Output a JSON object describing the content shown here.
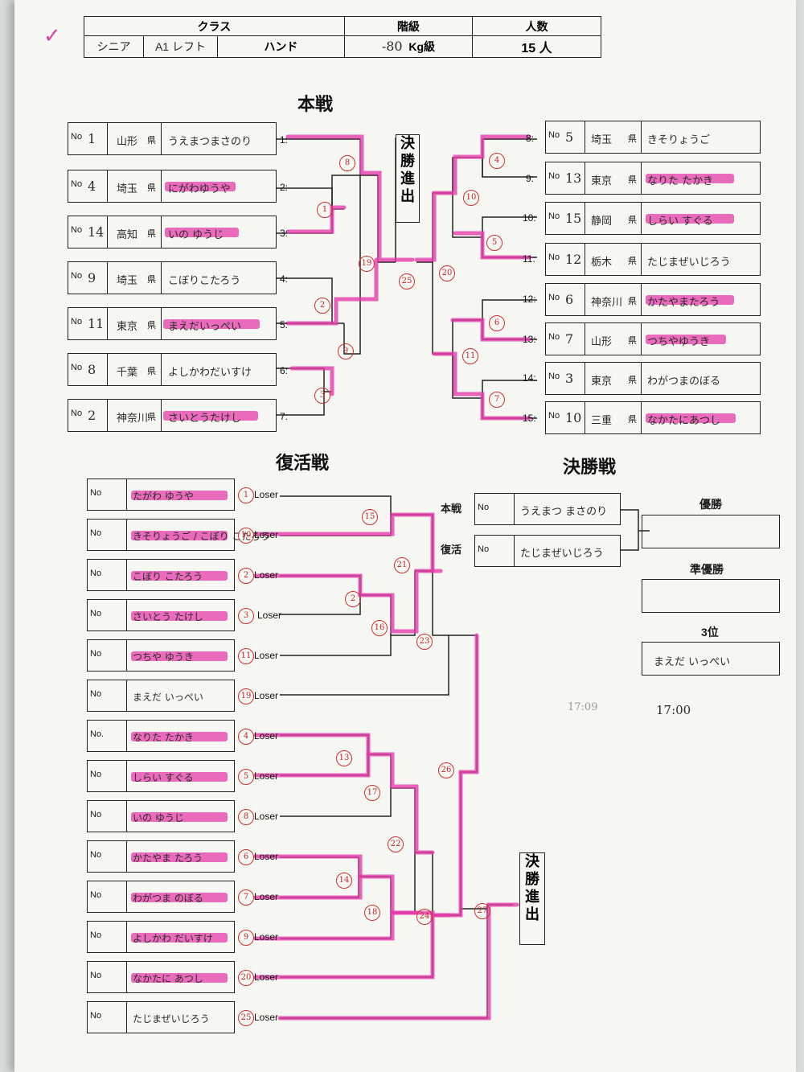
{
  "header": {
    "col_class": "クラス",
    "col_rank": "階級",
    "col_count": "人数",
    "class_division": "シニア",
    "class_arm": "A1 レフト",
    "class_type": "ハンド",
    "rank_value": "-80",
    "rank_unit": "Kg級",
    "count": "15 人",
    "check_mark": "✓"
  },
  "sections": {
    "main": "本戦",
    "repechage": "復活戦",
    "final": "決勝戦",
    "advance": "決勝進出"
  },
  "main_left": [
    {
      "slot": "1:",
      "no": "1",
      "pref": "山形",
      "suffix": "県",
      "name": "うえまつまさのり"
    },
    {
      "slot": "2:",
      "no": "4",
      "pref": "埼玉",
      "suffix": "県",
      "name": "にがわゆうや"
    },
    {
      "slot": "3:",
      "no": "14",
      "pref": "高知",
      "suffix": "県",
      "name": "いの ゆうじ"
    },
    {
      "slot": "4:",
      "no": "9",
      "pref": "埼玉",
      "suffix": "県",
      "name": "こぼりこたろう"
    },
    {
      "slot": "5:",
      "no": "11",
      "pref": "東京",
      "suffix": "県",
      "name": "まえだいっぺい"
    },
    {
      "slot": "6:",
      "no": "8",
      "pref": "千葉",
      "suffix": "県",
      "name": "よしかわだいすけ"
    },
    {
      "slot": "7:",
      "no": "2",
      "pref": "神奈川",
      "suffix": "県",
      "name": "さいとうたけし"
    }
  ],
  "main_right": [
    {
      "slot": "8:",
      "no": "5",
      "pref": "埼玉",
      "suffix": "県",
      "name": "きそりょうご"
    },
    {
      "slot": "9:",
      "no": "13",
      "pref": "東京",
      "suffix": "県",
      "name": "なりた たかき"
    },
    {
      "slot": "10:",
      "no": "15",
      "pref": "静岡",
      "suffix": "県",
      "name": "しらい すぐる"
    },
    {
      "slot": "11:",
      "no": "12",
      "pref": "栃木",
      "suffix": "県",
      "name": "たじまぜいじろう"
    },
    {
      "slot": "12:",
      "no": "6",
      "pref": "神奈川",
      "suffix": "県",
      "name": "かたやまたろう"
    },
    {
      "slot": "13:",
      "no": "7",
      "pref": "山形",
      "suffix": "県",
      "name": "つちやゆうき"
    },
    {
      "slot": "14:",
      "no": "3",
      "pref": "東京",
      "suffix": "県",
      "name": "わがつまのぼる"
    },
    {
      "slot": "15:",
      "no": "10",
      "pref": "三重",
      "suffix": "県",
      "name": "なかたにあつし"
    }
  ],
  "main_circles": [
    "8",
    "1",
    "19",
    "25",
    "2",
    "9",
    "3",
    "4",
    "10",
    "5",
    "20",
    "6",
    "11",
    "7"
  ],
  "repechage": [
    {
      "no": "No",
      "name": "たがわ ゆうや",
      "from": "1",
      "loser": "Loser"
    },
    {
      "no": "No",
      "name": "きそりょうご / こぼり こたろう",
      "from": "10",
      "loser": "Loser"
    },
    {
      "no": "No",
      "name": "こぼり こたろう",
      "from": "2",
      "loser": "Loser"
    },
    {
      "no": "No",
      "name": "さいとう たけし",
      "from": "3",
      "loser": "Loser"
    },
    {
      "no": "No",
      "name": "つちや ゆうき",
      "from": "11",
      "loser": "Loser"
    },
    {
      "no": "No",
      "name": "まえだ いっぺい",
      "from": "19",
      "loser": "Loser"
    },
    {
      "no": "No.",
      "name": "なりた たかき",
      "from": "4",
      "loser": "Loser"
    },
    {
      "no": "No",
      "name": "しらい すぐる",
      "from": "5",
      "loser": "Loser"
    },
    {
      "no": "No",
      "name": "いの ゆうじ",
      "from": "8",
      "loser": "Loser"
    },
    {
      "no": "No",
      "name": "かたやま たろう",
      "from": "6",
      "loser": "Loser"
    },
    {
      "no": "No",
      "name": "わがつま のぼる",
      "from": "7",
      "loser": "Loser"
    },
    {
      "no": "No",
      "name": "よしかわ だいすけ",
      "from": "9",
      "loser": "Loser"
    },
    {
      "no": "No",
      "name": "なかたに あつし",
      "from": "20",
      "loser": "Loser"
    },
    {
      "no": "No",
      "name": "たじまぜいじろう",
      "from": "25",
      "loser": "Loser"
    }
  ],
  "rep_circles": [
    "15",
    "21",
    "2",
    "16",
    "23",
    "13",
    "17",
    "26",
    "22",
    "14",
    "18",
    "24",
    "27"
  ],
  "final": {
    "main_label": "本戦",
    "rep_label": "復活",
    "no": "No",
    "main_name": "うえまつ まさのり",
    "rep_name": "たじまぜいじろう",
    "champion_label": "優勝",
    "runner_up_label": "準優勝",
    "third_label": "3位",
    "third_name": "まえだ いっぺい",
    "note1": "17:09",
    "note2": "17:00"
  }
}
